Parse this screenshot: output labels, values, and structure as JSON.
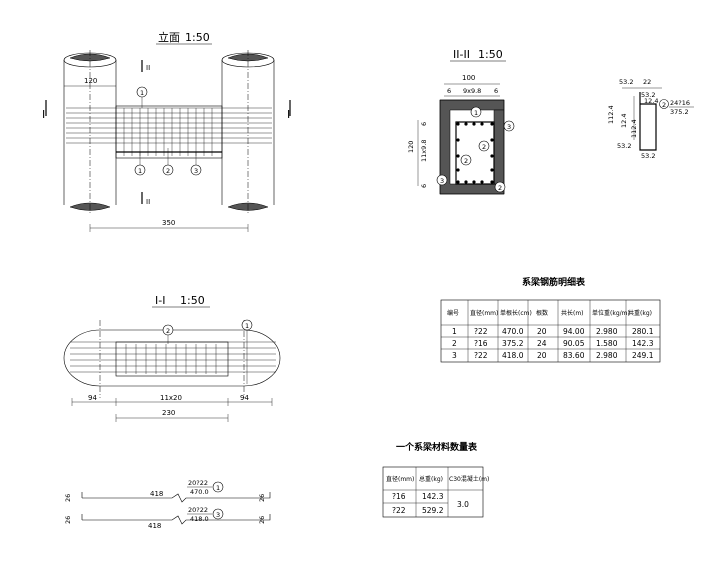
{
  "elevation": {
    "title": "立面",
    "scale": "1:50",
    "dim_pile_width": "120",
    "dim_total": "350",
    "section_mark_side": "I",
    "section_mark_top": "II",
    "bubbles_top": [
      "1"
    ],
    "bubbles_bottom": [
      "1",
      "2",
      "3"
    ]
  },
  "section_ii": {
    "title": "II-II",
    "scale": "1:50",
    "dim_width": "100",
    "dim_inner": "9x9.8",
    "dim_edge": "6",
    "dim_height": "120",
    "dim_inner_v": "11x9.8",
    "dim_edge_v": "6",
    "bubbles": [
      "1",
      "2",
      "3",
      "3",
      "2",
      "2"
    ]
  },
  "stirrup": {
    "d1": "53.2",
    "d2": "22",
    "d3": "53.2",
    "d4": "12.4",
    "d5": "112.4",
    "d6": "112.4",
    "d7": "12.4",
    "d8": "53.2",
    "d9": "53.2",
    "label_count": "24?16",
    "label_len": "375.2",
    "bubble": "2"
  },
  "section_i": {
    "title": "I-I",
    "scale": "1:50",
    "dim_left": "94",
    "dim_mid": "11x20",
    "dim_right": "94",
    "dim_total": "230",
    "bubbles": [
      "2",
      "1"
    ]
  },
  "bars": {
    "bar1_len": "418",
    "bar1_label": "20?22",
    "bar1_total": "470.0",
    "bar1_bubble": "1",
    "bar1_end": "26",
    "bar3_len": "418",
    "bar3_label": "20?22",
    "bar3_total": "418.0",
    "bar3_bubble": "3",
    "bar3_end": "26"
  },
  "rebar_table": {
    "title": "系梁钢筋明细表",
    "headers": [
      "编号",
      "直径(mm)",
      "单根长(cm)",
      "根数",
      "共长(m)",
      "单位重(kg/m)",
      "共重(kg)"
    ],
    "rows": [
      [
        "1",
        "?22",
        "470.0",
        "20",
        "94.00",
        "2.980",
        "280.1"
      ],
      [
        "2",
        "?16",
        "375.2",
        "24",
        "90.05",
        "1.580",
        "142.3"
      ],
      [
        "3",
        "?22",
        "418.0",
        "20",
        "83.60",
        "2.980",
        "249.1"
      ]
    ]
  },
  "material_table": {
    "title": "一个系梁材料数量表",
    "headers": [
      "直径(mm)",
      "总重(kg)",
      "C30混凝土(m)"
    ],
    "rows": [
      [
        "?16",
        "142.3"
      ],
      [
        "?22",
        "529.2"
      ]
    ],
    "concrete": "3.0"
  }
}
